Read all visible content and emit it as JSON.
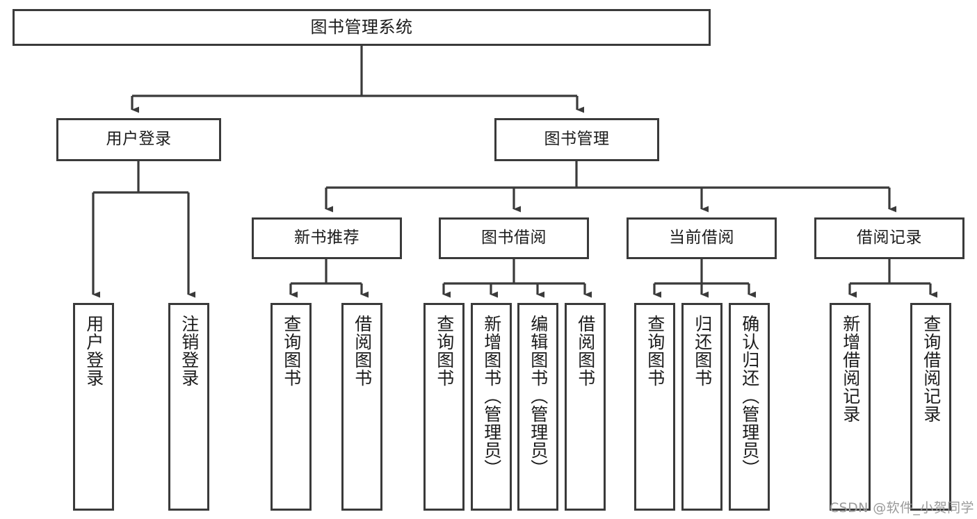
{
  "diagram": {
    "type": "tree-hierarchy",
    "title": "图书管理系统",
    "orientation": "top-down",
    "colors": {
      "box_border": "#3a3a3a",
      "box_fill": "#ffffff",
      "connector": "#3a3a3a",
      "text": "#1b1b1b",
      "watermark": "#9a9a9a"
    },
    "levels": {
      "root": "图书管理系统",
      "level2": [
        "用户登录",
        "图书管理"
      ],
      "level3": [
        "新书推荐",
        "图书借阅",
        "当前借阅",
        "借阅记录"
      ],
      "leaves": [
        "用户登录",
        "注销登录",
        "查询图书",
        "借阅图书",
        "查询图书",
        "新增图书（管理员）",
        "编辑图书（管理员）",
        "借阅图书",
        "查询图书",
        "归还图书",
        "确认归还（管理员）",
        "新增借阅记录",
        "查询借阅记录"
      ]
    },
    "nodes": {
      "root": {
        "label": "图书管理系统"
      },
      "user_login": {
        "label": "用户登录"
      },
      "book_manage": {
        "label": "图书管理"
      },
      "new_book_rec": {
        "label": "新书推荐"
      },
      "book_borrow": {
        "label": "图书借阅"
      },
      "current_borrow": {
        "label": "当前借阅"
      },
      "borrow_record": {
        "label": "借阅记录"
      },
      "leaf_user_login": {
        "label": "用户登录"
      },
      "leaf_logout": {
        "label": "注销登录"
      },
      "leaf_rec_query": {
        "label": "查询图书"
      },
      "leaf_rec_borrow": {
        "label": "借阅图书"
      },
      "leaf_borrow_query": {
        "label": "查询图书"
      },
      "leaf_borrow_add": {
        "label": "新增图书（管理员）"
      },
      "leaf_borrow_edit": {
        "label": "编辑图书（管理员）"
      },
      "leaf_borrow_lend": {
        "label": "借阅图书"
      },
      "leaf_cur_query": {
        "label": "查询图书"
      },
      "leaf_cur_return": {
        "label": "归还图书"
      },
      "leaf_cur_confirm": {
        "label": "确认归还（管理员）"
      },
      "leaf_rec_add": {
        "label": "新增借阅记录"
      },
      "leaf_rec_search": {
        "label": "查询借阅记录"
      }
    },
    "edges": [
      {
        "from": "root",
        "to": "user_login"
      },
      {
        "from": "root",
        "to": "book_manage"
      },
      {
        "from": "user_login",
        "to": "leaf_user_login"
      },
      {
        "from": "user_login",
        "to": "leaf_logout"
      },
      {
        "from": "book_manage",
        "to": "new_book_rec"
      },
      {
        "from": "book_manage",
        "to": "book_borrow"
      },
      {
        "from": "book_manage",
        "to": "current_borrow"
      },
      {
        "from": "book_manage",
        "to": "borrow_record"
      },
      {
        "from": "new_book_rec",
        "to": "leaf_rec_query"
      },
      {
        "from": "new_book_rec",
        "to": "leaf_rec_borrow"
      },
      {
        "from": "book_borrow",
        "to": "leaf_borrow_query"
      },
      {
        "from": "book_borrow",
        "to": "leaf_borrow_add"
      },
      {
        "from": "book_borrow",
        "to": "leaf_borrow_edit"
      },
      {
        "from": "book_borrow",
        "to": "leaf_borrow_lend"
      },
      {
        "from": "current_borrow",
        "to": "leaf_cur_query"
      },
      {
        "from": "current_borrow",
        "to": "leaf_cur_return"
      },
      {
        "from": "current_borrow",
        "to": "leaf_cur_confirm"
      },
      {
        "from": "borrow_record",
        "to": "leaf_rec_add"
      },
      {
        "from": "borrow_record",
        "to": "leaf_rec_search"
      }
    ]
  },
  "watermark": {
    "text": "CSDN @软件_小贺同学"
  }
}
